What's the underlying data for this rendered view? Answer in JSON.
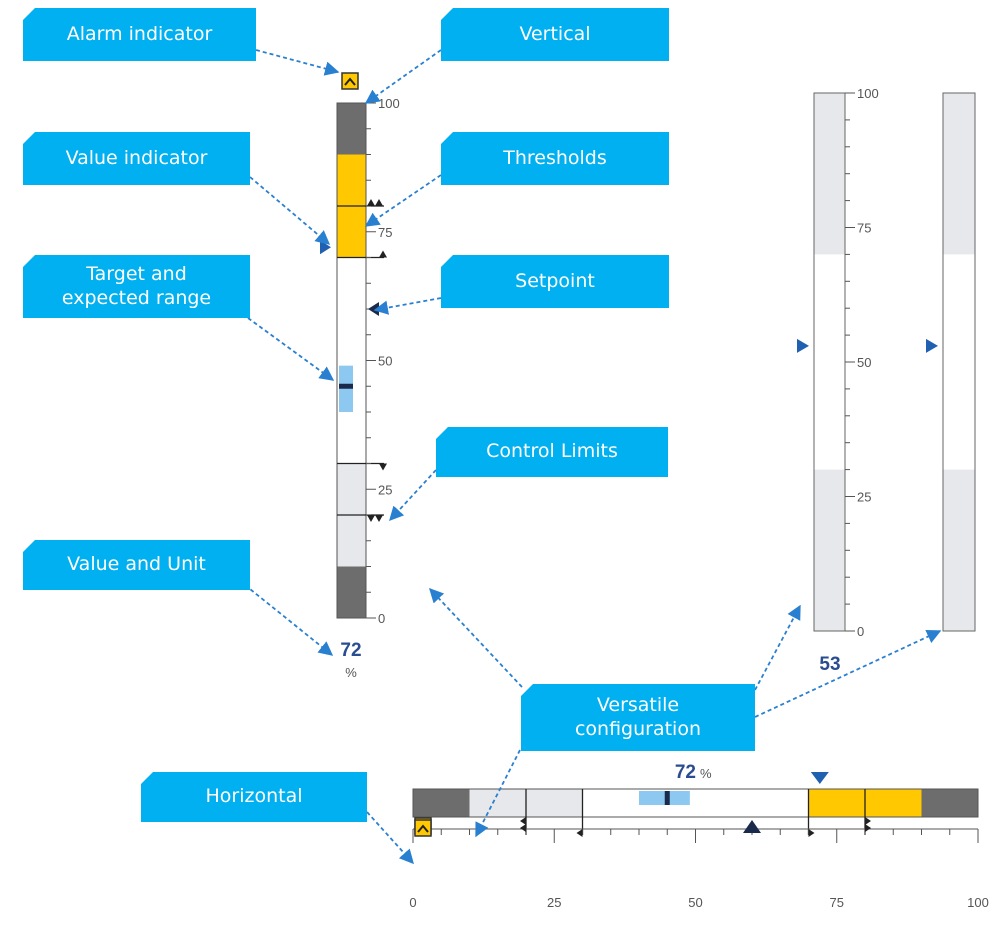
{
  "callouts": {
    "alarm_indicator": "Alarm indicator",
    "vertical": "Vertical",
    "value_indicator": "Value indicator",
    "thresholds": "Thresholds",
    "target_line1": "Target and",
    "target_line2": "expected range",
    "setpoint": "Setpoint",
    "control_limits": "Control Limits",
    "value_and_unit": "Value and Unit",
    "versatile_line1": "Versatile",
    "versatile_line2": "configuration",
    "horizontal": "Horizontal"
  },
  "scale": {
    "min": 0,
    "max": 100,
    "major_ticks": [
      0,
      25,
      50,
      75,
      100
    ]
  },
  "main_gauge": {
    "value": 72,
    "value_text": "72",
    "unit": "%",
    "alarm_bands": [
      [
        0,
        10
      ],
      [
        90,
        100
      ]
    ],
    "warning_band": [
      70,
      90
    ],
    "normal_band": [
      10,
      30
    ],
    "expected_range": [
      40,
      49
    ],
    "target": 45,
    "setpoint": 60,
    "thresholds": [
      20,
      30,
      70,
      80
    ],
    "control_limits": [
      20,
      30
    ],
    "colors": {
      "alarm": "#6d6d6d",
      "warning": "#ffc800",
      "normal": "#e6e8eb",
      "expected_range": "#8cc8f0",
      "target": "#1a2a4a",
      "value_indicator": "#2060b0",
      "value_text": "#2a4c90"
    }
  },
  "simple_gauges": [
    {
      "value": 53,
      "value_text": "53",
      "band": [
        30,
        70
      ],
      "show_scale": true,
      "show_value": true
    },
    {
      "value": 53,
      "value_text": "",
      "band": [
        30,
        70
      ],
      "show_scale": false,
      "show_value": false
    }
  ],
  "horizontal_gauge": {
    "value": 72,
    "value_text": "72",
    "unit": "%"
  },
  "icons": {
    "alarm": "chevron-up-alarm-icon"
  }
}
